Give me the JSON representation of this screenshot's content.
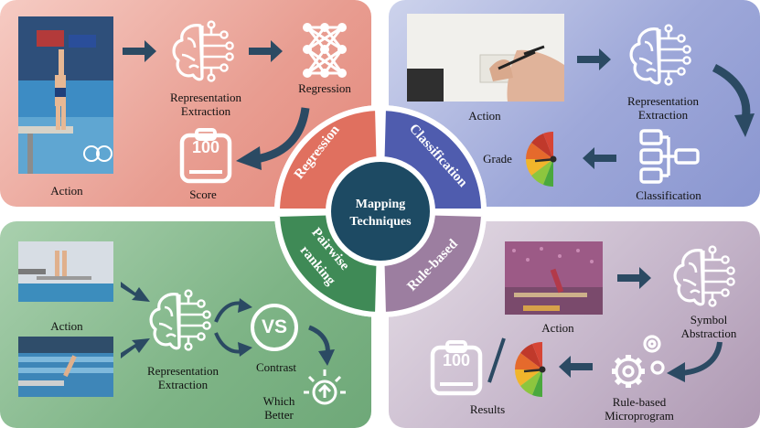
{
  "center": {
    "title_line1": "Mapping",
    "title_line2": "Techniques",
    "sectors": {
      "regression": "Regression",
      "classification": "Classification",
      "pairwise_line1": "Pairwise",
      "pairwise_line2": "ranking",
      "rule_based": "Rule-based"
    }
  },
  "panel_regression": {
    "action_label": "Action",
    "rep_line1": "Representation",
    "rep_line2": "Extraction",
    "regression_label": "Regression",
    "score_label": "Score",
    "score_value": "100"
  },
  "panel_classification": {
    "action_label": "Action",
    "rep_line1": "Representation",
    "rep_line2": "Extraction",
    "classification_label": "Classification",
    "grade_label": "Grade"
  },
  "panel_pairwise": {
    "action_label": "Action",
    "rep_line1": "Representation",
    "rep_line2": "Extraction",
    "vs_text": "VS",
    "contrast_label": "Contrast",
    "which_line1": "Which",
    "which_line2": "Better"
  },
  "panel_rule": {
    "action_label": "Action",
    "symbol_line1": "Symbol",
    "symbol_line2": "Abstraction",
    "rule_line1": "Rule-based",
    "rule_line2": "Microprogram",
    "results_label": "Results",
    "results_value": "100"
  },
  "colors": {
    "regression": "#e0705f",
    "classification": "#4f5cae",
    "pairwise": "#3f8a56",
    "rule_based": "#9c7ea0",
    "center": "#1d4a63",
    "arrow": "#2b4a63"
  }
}
